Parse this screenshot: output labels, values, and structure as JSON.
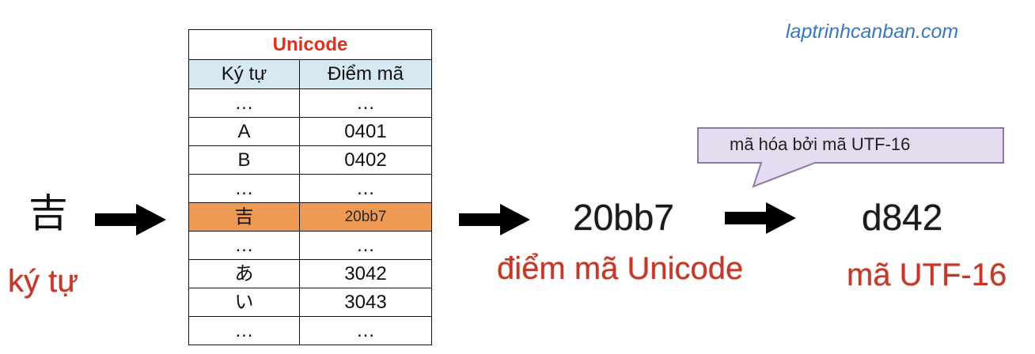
{
  "watermark": "laptrinhcanban.com",
  "source_char": "吉",
  "labels": {
    "character": "ký tự",
    "codepoint": "điểm mã Unicode",
    "utf16": "mã UTF-16"
  },
  "values": {
    "codepoint": "20bb7",
    "utf16": "d842"
  },
  "callout": "mã hóa bởi  mã UTF-16",
  "table": {
    "title": "Unicode",
    "headers": [
      "Ký tự",
      "Điểm mã"
    ],
    "rows": [
      [
        "…",
        "…"
      ],
      [
        "A",
        "0401"
      ],
      [
        "B",
        "0402"
      ],
      [
        "…",
        "…"
      ],
      [
        "吉",
        "20bb7"
      ],
      [
        "…",
        "…"
      ],
      [
        "あ",
        "3042"
      ],
      [
        "い",
        "3043"
      ],
      [
        "…",
        "…"
      ]
    ],
    "highlight_row": 4,
    "highlight_color": "#ee9a52",
    "header_color": "#d6e8f2",
    "title_color": "#e0301e"
  },
  "colors": {
    "label_red": "#c0392b",
    "watermark": "#3a78bf",
    "callout_fill": "#e6dcef",
    "callout_border": "#8e7aa8"
  }
}
